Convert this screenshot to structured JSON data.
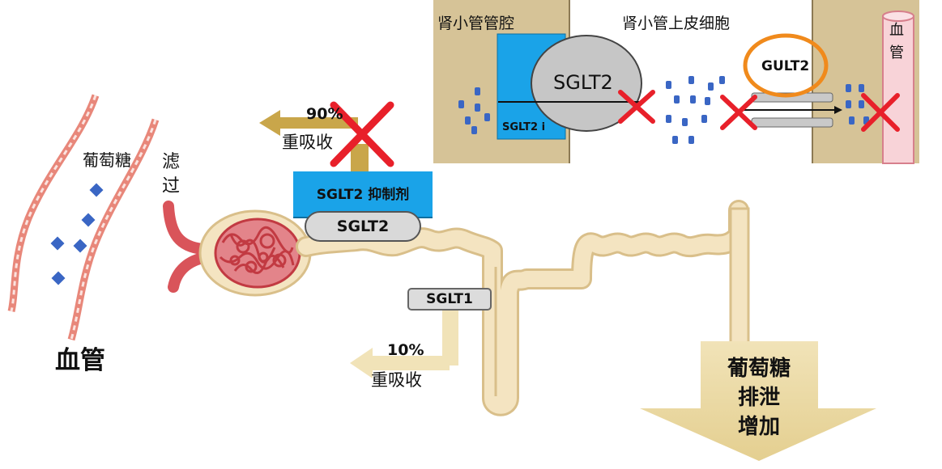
{
  "left": {
    "glucose_label": "葡萄糖",
    "filtration_label": "滤过",
    "vessel_label": "血管"
  },
  "reabsorption_top": {
    "percent": "90%",
    "label": "重吸收",
    "blocked": true
  },
  "inhibitor_box": {
    "label": "SGLT2 抑制剂",
    "color": "#1aa3e8"
  },
  "sglt2_label": "SGLT2",
  "sglt1_label": "SGLT1",
  "reabsorption_bottom": {
    "percent": "10%",
    "label": "重吸收"
  },
  "outcome_arrow": {
    "line1": "葡萄糖",
    "line2": "排泄",
    "line3": "增加"
  },
  "inset": {
    "lumen_label": "肾小管管腔",
    "epithelium_label": "肾小管上皮细胞",
    "vessel_label_line1": "血",
    "vessel_label_line2": "管",
    "transporter_sglt2": "SGLT2",
    "inhibitor_short": "SGLT2 i",
    "transporter_glut": "GULT2"
  },
  "colors": {
    "tubule": "#f4e4c1",
    "tubule_edge": "#d9bf8a",
    "vessel": "#e8877a",
    "glucose": "#3a66c4",
    "cross": "#e8202a",
    "inhibitor_blue": "#1aa3e8",
    "highlight_orange": "#f08a1c"
  }
}
